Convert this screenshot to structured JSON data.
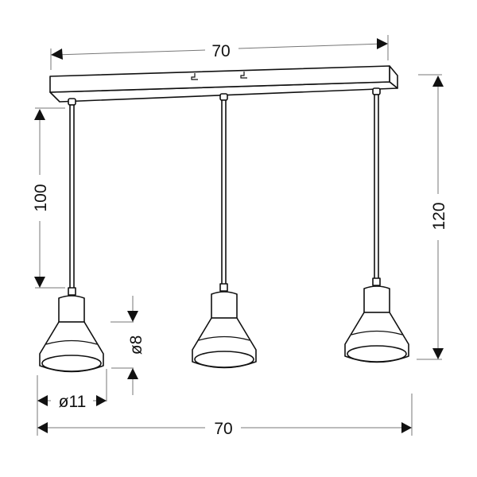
{
  "figure": {
    "type": "technical-dimension-drawing",
    "subject": "3-light pendant lamp on rectangular ceiling bar"
  },
  "dimensions": {
    "canopy_width": "70",
    "total_width": "70",
    "cord_length": "100",
    "total_height": "120",
    "shade_diameter": "ø11",
    "shade_height": "ø8"
  },
  "lamps": [
    {
      "label": "lamp-left"
    },
    {
      "label": "lamp-center"
    },
    {
      "label": "lamp-right"
    }
  ],
  "colors": {
    "line": "#111111",
    "dimension_line": "#777777",
    "background": "#ffffff"
  }
}
